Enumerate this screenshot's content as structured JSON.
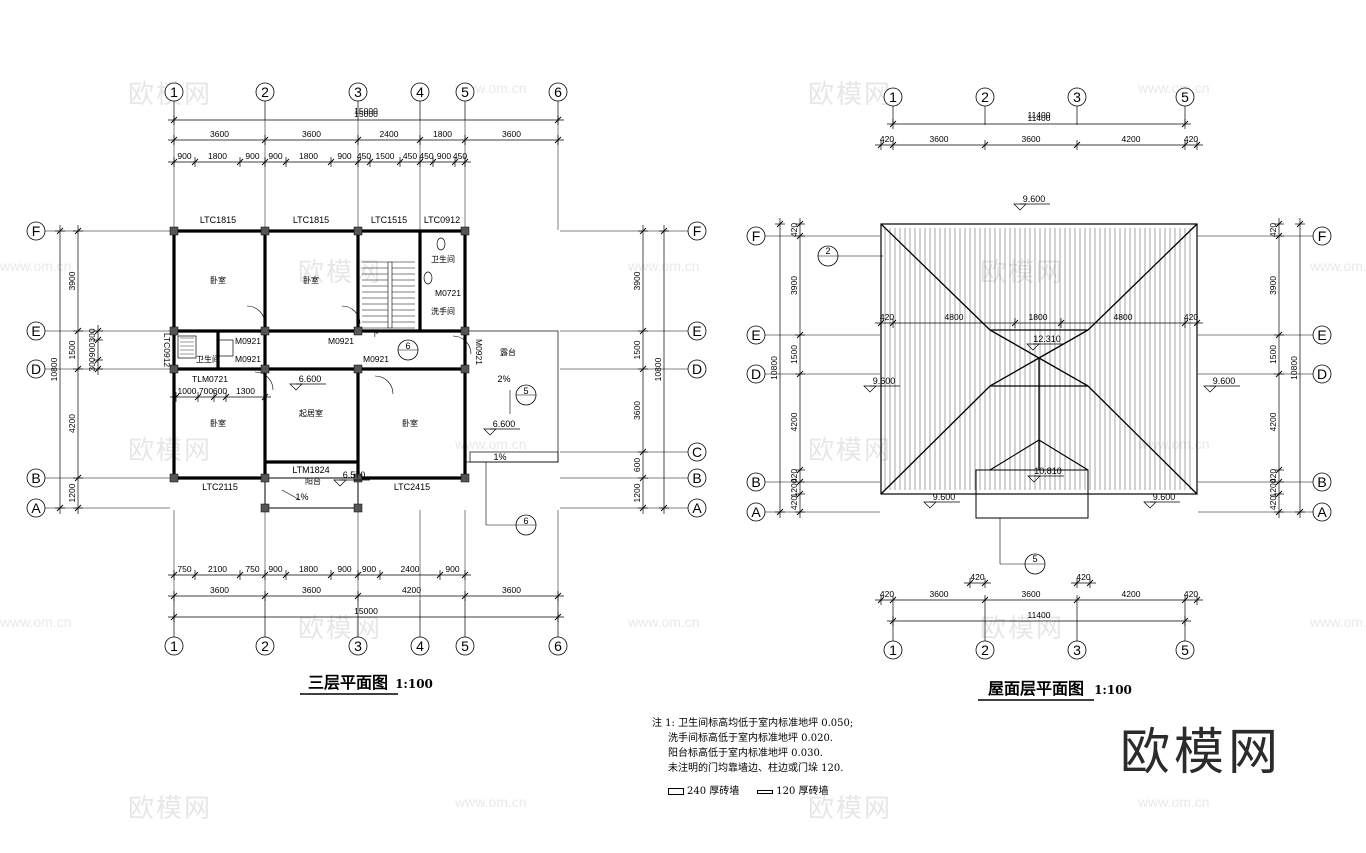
{
  "watermarks": {
    "logo": "欧模网",
    "site": "www.om.cn"
  },
  "plan3": {
    "title": "三层平面图",
    "scale": "1:100",
    "axes_x": [
      "1",
      "2",
      "3",
      "4",
      "5",
      "6"
    ],
    "axes_y": [
      "F",
      "E",
      "D",
      "C",
      "B",
      "A"
    ],
    "overall": "15000",
    "top_dims": [
      "3600",
      "3600",
      "2400",
      "1800",
      "3600"
    ],
    "top_sub": [
      "900",
      "1800",
      "900",
      "900",
      "1800",
      "900",
      "450",
      "1500",
      "450",
      "450",
      "900",
      "450"
    ],
    "bottom_sub": [
      "750",
      "2100",
      "750",
      "900",
      "1800",
      "900",
      "900",
      "2400",
      "900"
    ],
    "bottom_dims": [
      "3600",
      "3600",
      "4200",
      "3600"
    ],
    "left_dims": [
      "3900",
      "1500",
      "4200",
      "1200"
    ],
    "left_sub": [
      "300",
      "900",
      "300"
    ],
    "left_total": "10800",
    "right_dims": [
      "3900",
      "1500",
      "3600",
      "600",
      "1200"
    ],
    "right_total": "10800",
    "windows": [
      "LTC1815",
      "LTC1815",
      "LTC1515",
      "LTC0912",
      "LTC0912",
      "LTC2115",
      "LTC2415",
      "LTM1824"
    ],
    "doors": [
      "M0921",
      "M0921",
      "M0921",
      "M0921",
      "M0921",
      "M0721",
      "TLM0721"
    ],
    "rooms": [
      "卧室",
      "卧室",
      "卧室",
      "卧室",
      "起居室",
      "卫生间",
      "卫生间",
      "洗手间",
      "露台",
      "阳台"
    ],
    "levels": [
      "6.600",
      "6.600",
      "6.570"
    ],
    "slopes": [
      "1%",
      "2%",
      "1%"
    ],
    "detail_dims": [
      "1000",
      "700",
      "600",
      "1300"
    ],
    "stair_mark": "下",
    "callouts": [
      "6",
      "5",
      "6",
      "6",
      "5"
    ]
  },
  "roof": {
    "title": "屋面层平面图",
    "scale": "1:100",
    "axes_x": [
      "1",
      "2",
      "3",
      "5"
    ],
    "axes_y": [
      "F",
      "E",
      "D",
      "B",
      "A"
    ],
    "overall": "11400",
    "top_dims": [
      "420",
      "3600",
      "3600",
      "4200",
      "420"
    ],
    "mid_dims": [
      "420",
      "4800",
      "1800",
      "4800",
      "420"
    ],
    "bottom_dims": [
      "420",
      "3600",
      "3600",
      "4200",
      "420"
    ],
    "bottom_small": [
      "420",
      "420"
    ],
    "left_dims": [
      "420",
      "3900",
      "1500",
      "4200",
      "420",
      "1200",
      "420"
    ],
    "left_total": "10800",
    "right_dims": [
      "420",
      "3900",
      "1500",
      "4200",
      "420",
      "1200",
      "420"
    ],
    "right_total": "10800",
    "levels": [
      "9.600",
      "12.310",
      "9.600",
      "9.600",
      "10.810",
      "9.600",
      "9.600"
    ],
    "callouts": [
      "2",
      "5"
    ]
  },
  "notes": [
    "注 1: 卫生间标高均低于室内标准地坪 0.050;",
    "洗手间标高低于室内标准地坪 0.020.",
    "阳台标高低于室内标准地坪 0.030.",
    "未注明的门均靠墙边、柱边或门垛 120."
  ],
  "legend": [
    "240 厚砖墙",
    "120 厚砖墙"
  ],
  "brand": "欧模网"
}
